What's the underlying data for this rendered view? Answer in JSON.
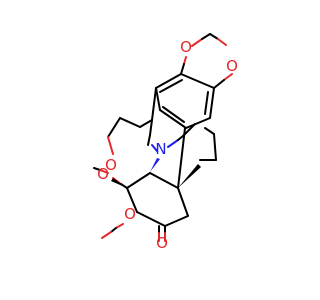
{
  "colors": {
    "background": "#ffffff",
    "carbon_bond": "#000000",
    "oxygen": "#e4292a",
    "nitrogen": "#1e1ef0"
  },
  "atoms": {
    "o_dioxole_top_left": "O",
    "o_dioxole_right": "O",
    "n_bridge": "N",
    "o_ether_ring": "O",
    "o_methoxy_upper": "O",
    "o_methoxy_lower": "O",
    "o_ketone": "O"
  }
}
